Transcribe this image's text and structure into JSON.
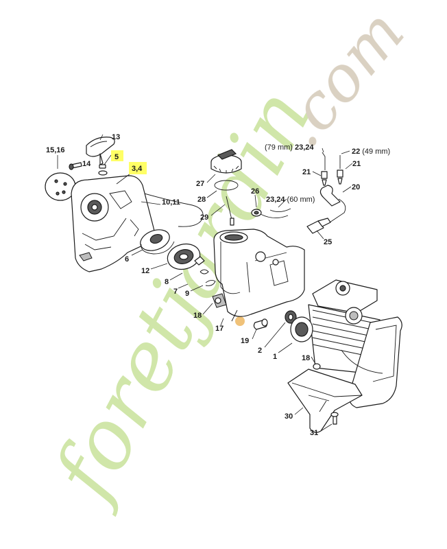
{
  "watermark": {
    "text_main": "foretjardin",
    "text_suffix": ".com",
    "color_main": "#c8e29a",
    "color_suffix": "#d4c9b8",
    "accent_color": "#e8a53a"
  },
  "highlight_color": "#ffff66",
  "callouts": [
    {
      "id": "c-15-16",
      "text": "15,16"
    },
    {
      "id": "c-14",
      "text": "14"
    },
    {
      "id": "c-13",
      "text": "13"
    },
    {
      "id": "c-5",
      "text": "5",
      "highlighted": true
    },
    {
      "id": "c-3-4",
      "text": "3,4",
      "highlighted": true
    },
    {
      "id": "c-10-11",
      "text": "10,11"
    },
    {
      "id": "c-6",
      "text": "6"
    },
    {
      "id": "c-12",
      "text": "12"
    },
    {
      "id": "c-8",
      "text": "8"
    },
    {
      "id": "c-7",
      "text": "7"
    },
    {
      "id": "c-9",
      "text": "9"
    },
    {
      "id": "c-27",
      "text": "27"
    },
    {
      "id": "c-28",
      "text": "28"
    },
    {
      "id": "c-29",
      "text": "29"
    },
    {
      "id": "c-26",
      "text": "26"
    },
    {
      "id": "c-23-24-60",
      "text": "23,24",
      "suffix": "(60 mm)"
    },
    {
      "id": "c-23-24-79",
      "text": "23,24",
      "prefix": "(79 mm)"
    },
    {
      "id": "c-22",
      "text": "22",
      "suffix": "(49 mm)"
    },
    {
      "id": "c-21a",
      "text": "21"
    },
    {
      "id": "c-21b",
      "text": "21"
    },
    {
      "id": "c-20",
      "text": "20"
    },
    {
      "id": "c-25",
      "text": "25"
    },
    {
      "id": "c-18a",
      "text": "18"
    },
    {
      "id": "c-17",
      "text": "17"
    },
    {
      "id": "c-19",
      "text": "19"
    },
    {
      "id": "c-2",
      "text": "2"
    },
    {
      "id": "c-1",
      "text": "1"
    },
    {
      "id": "c-18b",
      "text": "18"
    },
    {
      "id": "c-30",
      "text": "30"
    },
    {
      "id": "c-31",
      "text": "31"
    }
  ]
}
